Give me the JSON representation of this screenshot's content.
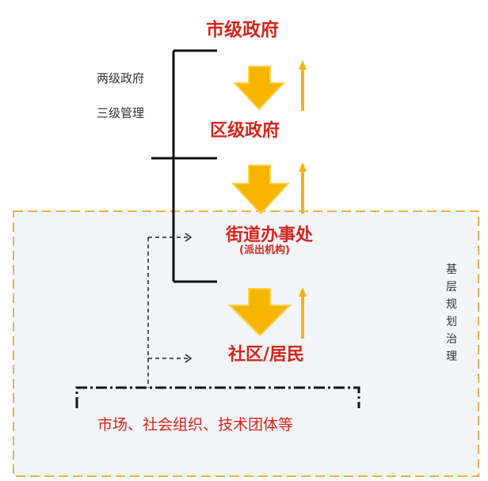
{
  "levels": {
    "city": "市级政府",
    "district": "区级政府",
    "street": "街道办事处",
    "street_note": "(派出机构)",
    "community": "社区/居民"
  },
  "side_notes": {
    "line1": "两级政府",
    "line2": "三级管理"
  },
  "grassroots_label": [
    "基层",
    "规划",
    "治理"
  ],
  "bottom_label": "市场、社会组织、技术团体等",
  "colors": {
    "title_red": "#d4261c",
    "arrow_fill": "#f7b400",
    "arrow_border": "#f9d24a",
    "dash_orange": "#f0b043",
    "panel_bg": "#f3f5f8",
    "line_black": "#111111"
  }
}
